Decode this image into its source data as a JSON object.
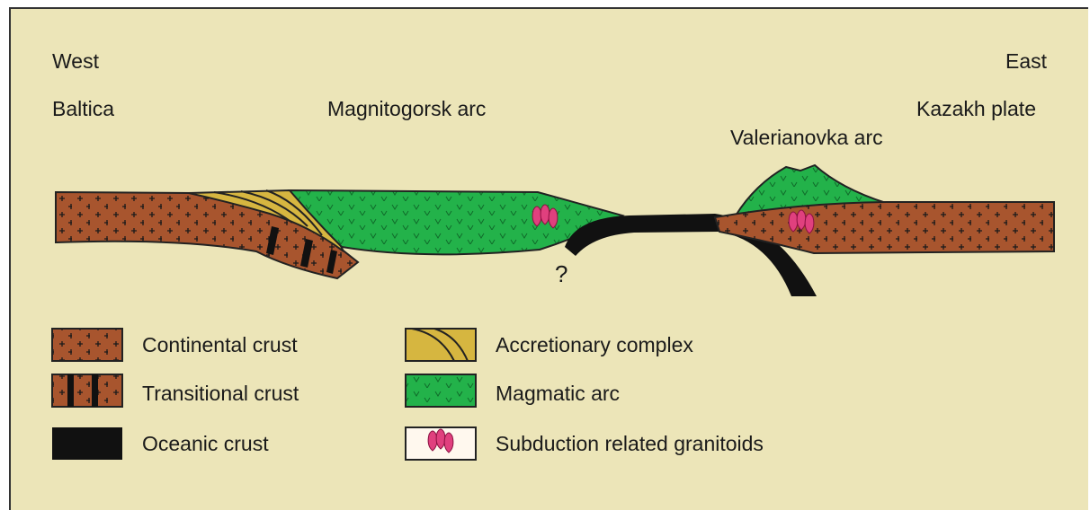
{
  "labels": {
    "west": "West",
    "east": "East",
    "baltica": "Baltica",
    "magnitogorsk": "Magnitogorsk arc",
    "kazakh": "Kazakh plate",
    "valerianovka": "Valerianovka arc",
    "question": "?"
  },
  "legend": {
    "continental": "Continental crust",
    "transitional": "Transitional crust",
    "oceanic": "Oceanic crust",
    "accretionary": "Accretionary complex",
    "magmatic": "Magmatic arc",
    "granitoids": "Subduction related granitoids"
  },
  "colors": {
    "background": "#ece5b8",
    "continental": "#a8552e",
    "accretionary": "#d6b640",
    "magmatic": "#23b24a",
    "oceanic": "#111111",
    "granitoid": "#e0407e"
  }
}
